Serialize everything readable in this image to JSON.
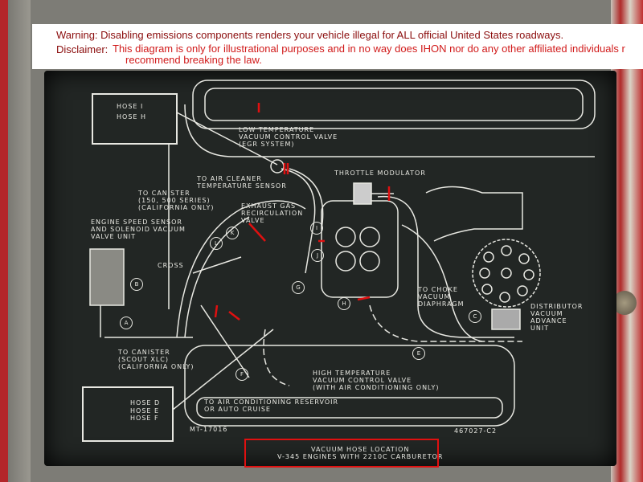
{
  "banner": {
    "warning": "Warning: Disabling emissions components renders your vehicle illegal for ALL official United States roadways.",
    "disclaimer_label": "Disclaimer:",
    "disclaimer_line1": "This diagram is only for illustrational purposes and in no way does IHON nor do any other affiliated individuals r",
    "disclaimer_line2": "recommend breaking the law."
  },
  "diagram": {
    "hose_i": "HOSE I",
    "hose_h": "HOSE H",
    "hose_d": "HOSE D",
    "hose_e": "HOSE E",
    "hose_f": "HOSE F",
    "low_temp_valve": [
      "LOW TEMPERATURE",
      "VACUUM CONTROL VALVE",
      "(EGR SYSTEM)"
    ],
    "throttle_modulator": "THROTTLE MODULATOR",
    "air_cleaner": [
      "TO AIR CLEANER",
      "TEMPERATURE SENSOR"
    ],
    "canister_150": [
      "TO CANISTER",
      "(150, 500 SERIES)",
      "(CALIFORNIA ONLY)"
    ],
    "egr_valve": [
      "EXHAUST GAS",
      "RECIRCULATION",
      "VALVE"
    ],
    "engine_speed": [
      "ENGINE SPEED SENSOR",
      "AND SOLENOID VACUUM",
      "VALVE UNIT"
    ],
    "cross": "CROSS",
    "choke": [
      "TO CHOKE",
      "VACUUM",
      "DIAPHRAGM"
    ],
    "distributor": [
      "DISTRIBUTOR",
      "VACUUM",
      "ADVANCE",
      "UNIT"
    ],
    "canister_scout": [
      "TO CANISTER",
      "(SCOUT XLC)",
      "(CALIFORNIA ONLY)"
    ],
    "high_temp_valve": [
      "HIGH TEMPERATURE",
      "VACUUM CONTROL VALVE",
      "(WITH AIR CONDITIONING ONLY)"
    ],
    "ac_reservoir": [
      "TO AIR CONDITIONING RESERVOIR",
      "OR AUTO CRUISE"
    ],
    "part_left": "MT-17016",
    "part_right": "467027-C2",
    "title": [
      "VACUUM HOSE LOCATION",
      "V-345 ENGINES WITH 2210C CARBURETOR"
    ],
    "hose_letters": [
      "A",
      "B",
      "C",
      "E",
      "F",
      "G",
      "H",
      "I",
      "J",
      "K",
      "L"
    ]
  },
  "colors": {
    "annotation_red": "#e01010",
    "plate": "#222624",
    "line": "#e8e8e2"
  }
}
